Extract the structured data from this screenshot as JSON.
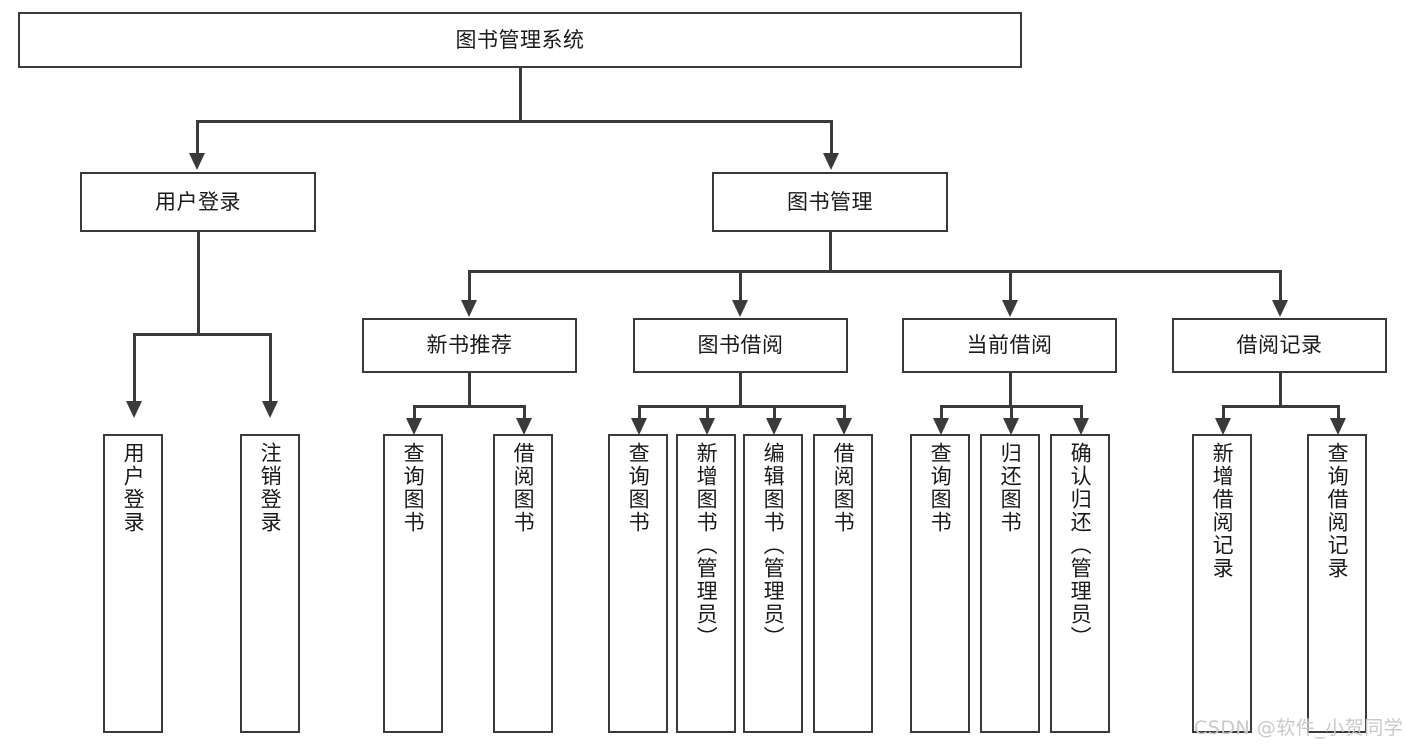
{
  "diagram": {
    "type": "hierarchy-tree",
    "title": "图书管理系统",
    "root": {
      "label": "图书管理系统"
    },
    "level2": [
      {
        "label": "用户登录"
      },
      {
        "label": "图书管理"
      }
    ],
    "level3": [
      {
        "label": "新书推荐"
      },
      {
        "label": "图书借阅"
      },
      {
        "label": "当前借阅"
      },
      {
        "label": "借阅记录"
      }
    ],
    "leaves": {
      "user_login": [
        {
          "label": "用户登录"
        },
        {
          "label": "注销登录"
        }
      ],
      "new_book_recommend": [
        {
          "label": "查询图书"
        },
        {
          "label": "借阅图书"
        }
      ],
      "book_borrow": [
        {
          "label": "查询图书"
        },
        {
          "label": "新增图书（管理员）"
        },
        {
          "label": "编辑图书（管理员）"
        },
        {
          "label": "借阅图书"
        }
      ],
      "current_borrow": [
        {
          "label": "查询图书"
        },
        {
          "label": "归还图书"
        },
        {
          "label": "确认归还（管理员）"
        }
      ],
      "borrow_record": [
        {
          "label": "新增借阅记录"
        },
        {
          "label": "查询借阅记录"
        }
      ]
    }
  },
  "watermark": {
    "text": "CSDN @软件_小贺同学"
  },
  "colors": {
    "stroke": "#3a3a3a",
    "fill": "#ffffff",
    "text": "#1a1a1a",
    "watermark": "#c9c9c9"
  }
}
